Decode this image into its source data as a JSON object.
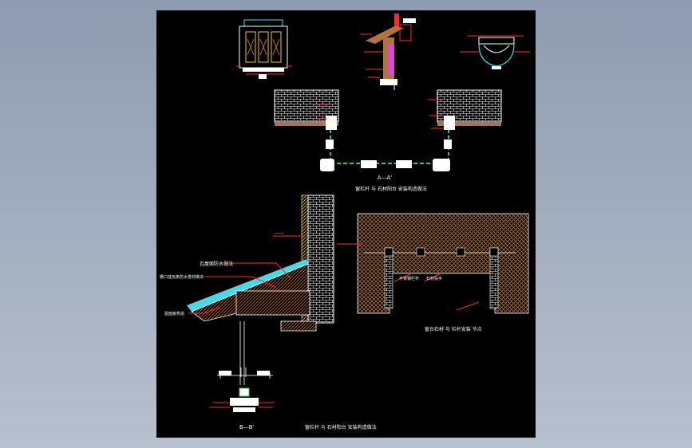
{
  "colors": {
    "viewport_top": "#8e9bb0",
    "viewport_bottom": "#b7c0ce",
    "sheet": "#000000",
    "linework": "#ffffff",
    "leader": "#ff2a2a",
    "accent_yellow": "#e8c24a",
    "accent_green": "#35c46a",
    "accent_cyan": "#4ad7e6",
    "hatch_brown": "#b2743e",
    "accent_magenta": "#d64ad6"
  },
  "labels": {
    "section_a": "A—A'",
    "caption_top": "窗栏杆 与 石材阳台 安装构造做法",
    "roof_note_1": "瓦屋面防水做法",
    "roof_note_2": "檐口挂瓦条防水卷材做法",
    "roof_note_3": "屋面板构造",
    "detail_note_1": "不锈钢栏杆",
    "detail_note_2": "石材扶手",
    "caption_right": "窗台石材 与 栏杆安装 节点",
    "section_b": "B—B'",
    "caption_bottom": "窗栏杆 与 石材阳台 安装构造做法"
  }
}
